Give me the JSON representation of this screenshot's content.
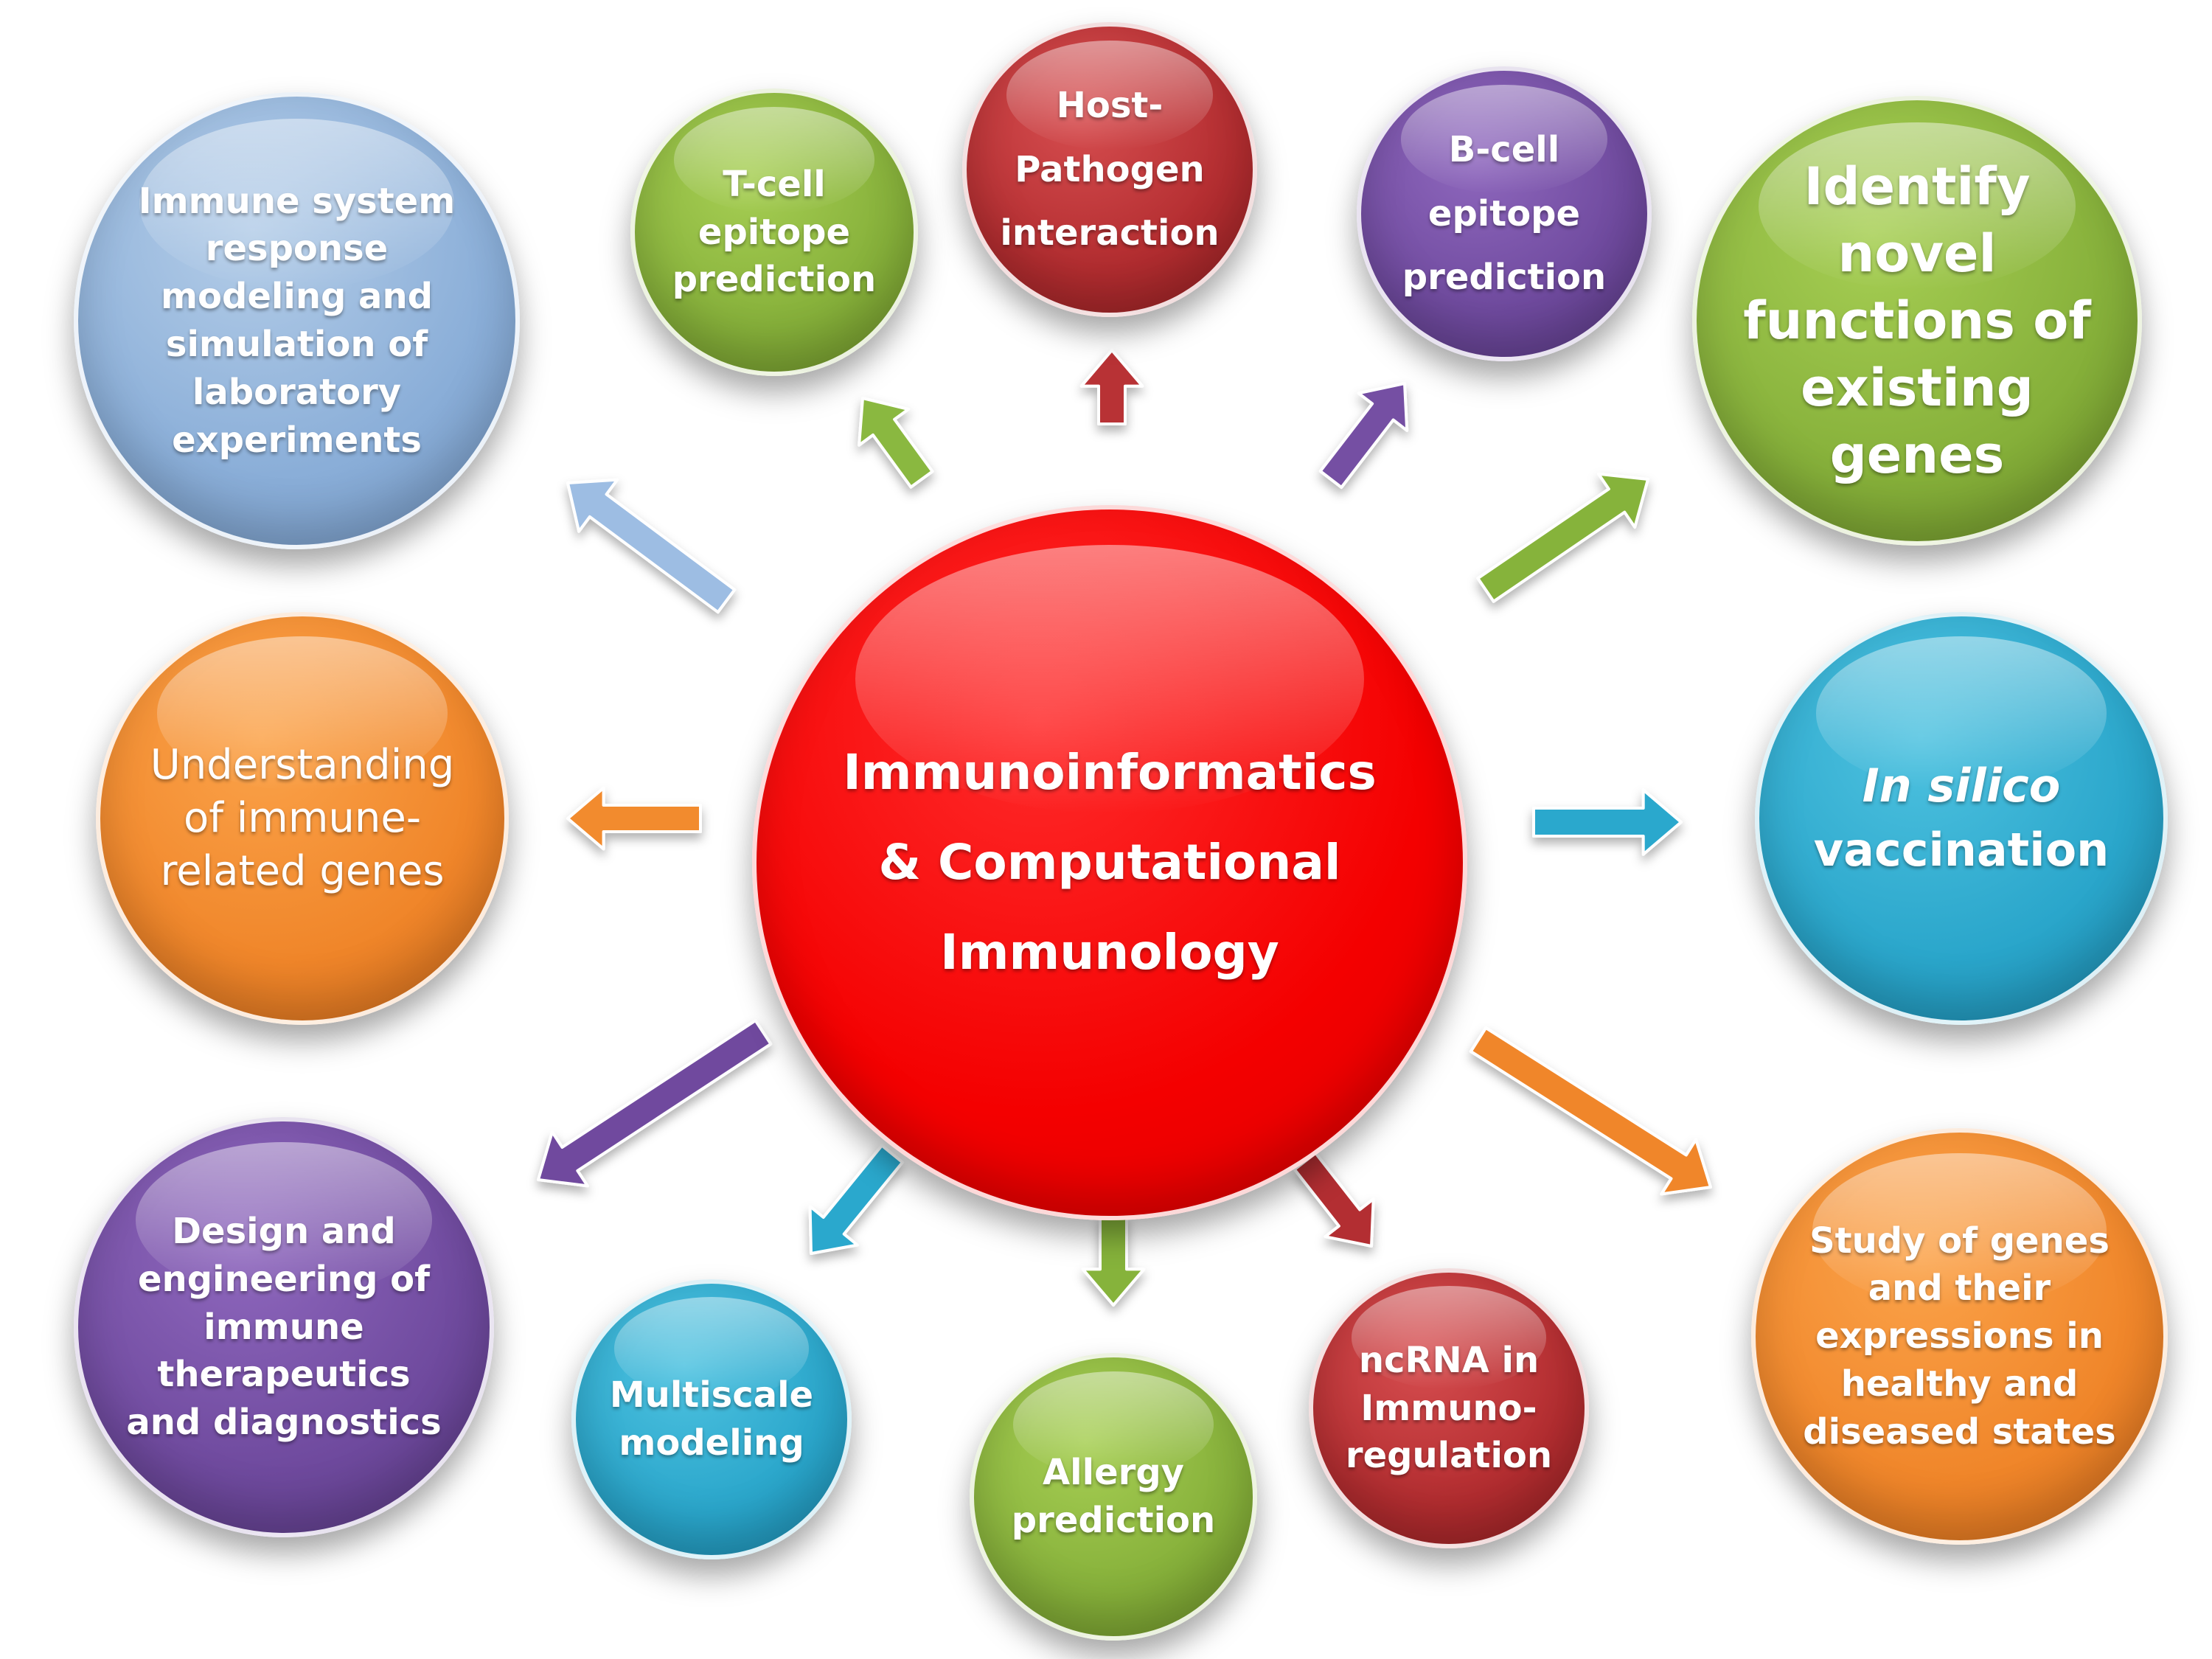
{
  "center": {
    "lines": [
      "Immunoinformatics",
      "& Computational",
      "Immunology"
    ],
    "color": "#ff0000"
  },
  "nodes": {
    "immune_system": {
      "lines": [
        "Immune system",
        "response",
        "modeling and",
        "simulation of",
        "laboratory",
        "experiments"
      ],
      "color": "#8fb1da"
    },
    "tcell": {
      "lines": [
        "T-cell",
        "epitope",
        "prediction"
      ],
      "color": "#8ab83f"
    },
    "host_pathogen": {
      "lines": [
        "Host-",
        "Pathogen",
        "interaction"
      ],
      "color": "#b83034"
    },
    "bcell": {
      "lines": [
        "B-cell",
        "epitope",
        "prediction"
      ],
      "color": "#7450a3"
    },
    "identify": {
      "lines": [
        "Identify",
        "novel",
        "functions of",
        "existing",
        "genes"
      ],
      "color": "#86b33a"
    },
    "understanding": {
      "lines": [
        "Understanding",
        "of immune-",
        "related genes"
      ],
      "color": "#f28b2d"
    },
    "in_silico": {
      "lines": [
        "In silico",
        "vaccination"
      ],
      "color": "#2aa8cd"
    },
    "design": {
      "lines": [
        "Design and",
        "engineering of",
        "immune",
        "therapeutics",
        "and diagnostics"
      ],
      "color": "#6f4a9e"
    },
    "multiscale": {
      "lines": [
        "Multiscale",
        "modeling"
      ],
      "color": "#2aa8cd"
    },
    "allergy": {
      "lines": [
        "Allergy",
        "prediction"
      ],
      "color": "#86b33a"
    },
    "ncrna": {
      "lines": [
        "ncRNA in",
        "Immuno-",
        "regulation"
      ],
      "color": "#b32d30"
    },
    "study_genes": {
      "lines": [
        "Study of genes",
        "and their",
        "expressions in",
        "healthy and",
        "diseased states"
      ],
      "color": "#f0862a"
    }
  },
  "arrows": [
    {
      "target": "immune_system",
      "color": "#9dbde3"
    },
    {
      "target": "tcell",
      "color": "#8ab83f"
    },
    {
      "target": "host_pathogen",
      "color": "#b83034"
    },
    {
      "target": "bcell",
      "color": "#7450a3"
    },
    {
      "target": "identify",
      "color": "#86b33a"
    },
    {
      "target": "understanding",
      "color": "#f28b2d"
    },
    {
      "target": "in_silico",
      "color": "#2aa8cd"
    },
    {
      "target": "design",
      "color": "#6f4a9e"
    },
    {
      "target": "multiscale",
      "color": "#2aa8cd"
    },
    {
      "target": "allergy",
      "color": "#86b33a"
    },
    {
      "target": "ncrna",
      "color": "#b32d30"
    },
    {
      "target": "study_genes",
      "color": "#f0862a"
    }
  ]
}
